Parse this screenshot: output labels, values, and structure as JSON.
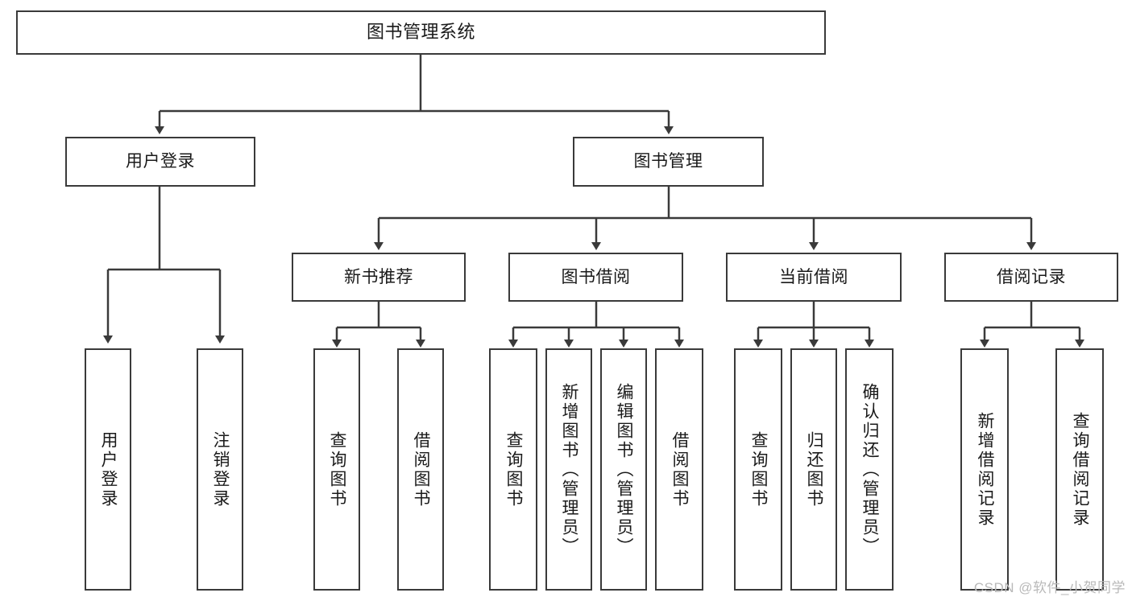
{
  "diagram": {
    "title": "图书管理系统",
    "watermark": "CSDN @软件_小贺同学",
    "colors": {
      "stroke": "#3a3a3a",
      "fill": "#ffffff",
      "text": "#1a1a1a",
      "watermark": "#b9b9b9"
    },
    "root": {
      "label": "图书管理系统"
    },
    "level2": [
      {
        "label": "用户登录"
      },
      {
        "label": "图书管理"
      }
    ],
    "level3": [
      {
        "label": "新书推荐"
      },
      {
        "label": "图书借阅"
      },
      {
        "label": "当前借阅"
      },
      {
        "label": "借阅记录"
      }
    ],
    "leaves": {
      "user_login": [
        {
          "label": "用户登录"
        },
        {
          "label": "注销登录"
        }
      ],
      "new_book_recommend": [
        {
          "label": "查询图书"
        },
        {
          "label": "借阅图书"
        }
      ],
      "book_borrow": [
        {
          "label": "查询图书"
        },
        {
          "label": "新增图书（管理员）"
        },
        {
          "label": "编辑图书（管理员）"
        },
        {
          "label": "借阅图书"
        }
      ],
      "current_borrow": [
        {
          "label": "查询图书"
        },
        {
          "label": "归还图书"
        },
        {
          "label": "确认归还（管理员）"
        }
      ],
      "borrow_record": [
        {
          "label": "新增借阅记录"
        },
        {
          "label": "查询借阅记录"
        }
      ]
    }
  }
}
